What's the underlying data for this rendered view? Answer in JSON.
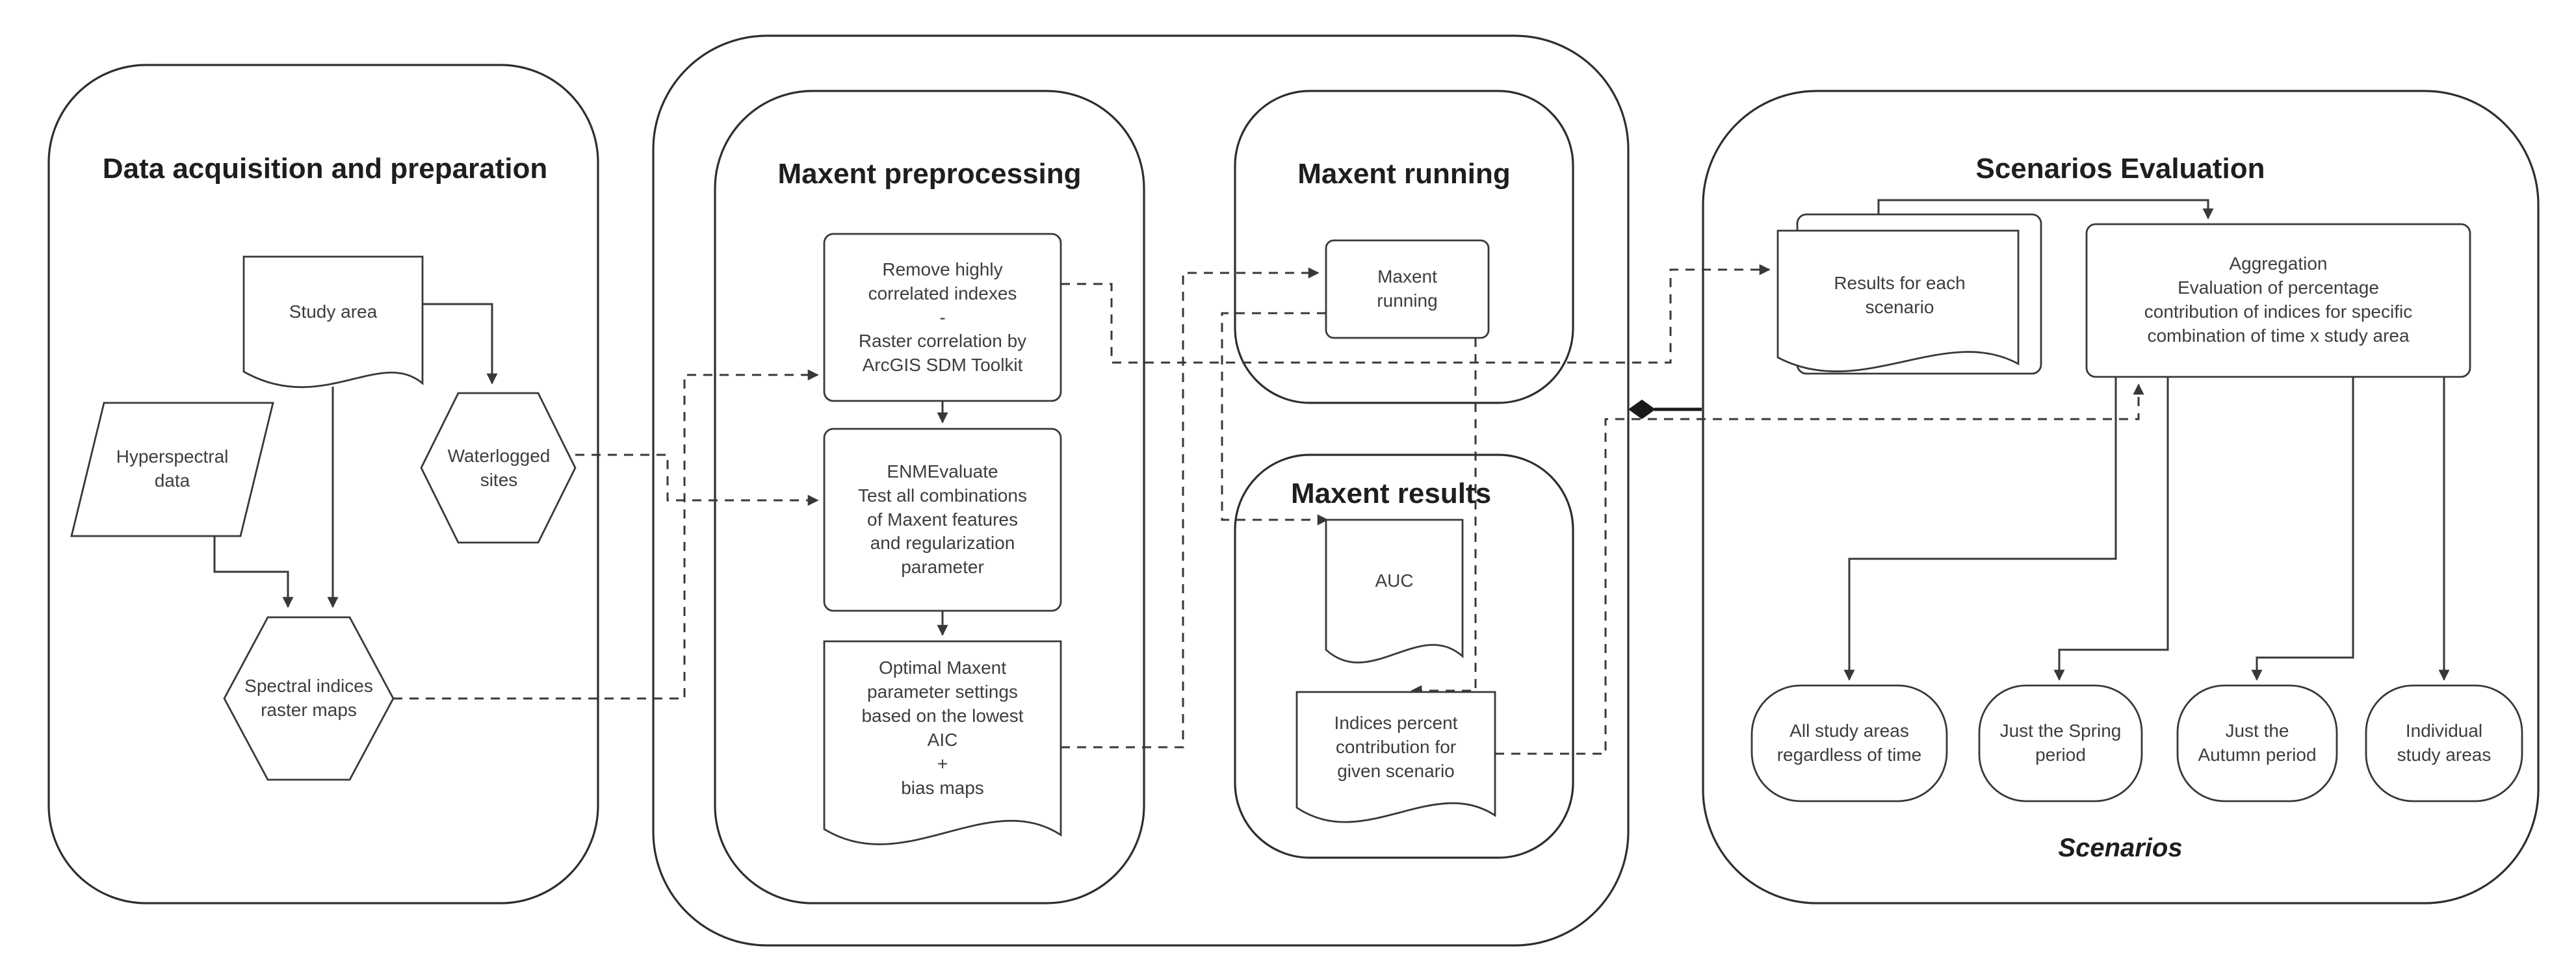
{
  "panels": {
    "data_acquisition": {
      "title": "Data acquisition and preparation"
    },
    "maxent_preprocessing": {
      "title": "Maxent preprocessing"
    },
    "maxent_running": {
      "title": "Maxent running"
    },
    "maxent_results": {
      "title": "Maxent results"
    },
    "scenarios_evaluation": {
      "title": "Scenarios Evaluation",
      "footer_label": "Scenarios"
    }
  },
  "nodes": {
    "study_area": {
      "label": "Study area",
      "shape": "document"
    },
    "hyperspectral_data": {
      "label": "Hyperspectral\ndata",
      "shape": "parallelogram"
    },
    "waterlogged_sites": {
      "label": "Waterlogged\nsites",
      "shape": "hexagon"
    },
    "spectral_indices": {
      "label": "Spectral indices\nraster maps",
      "shape": "hexagon"
    },
    "remove_correlated": {
      "label": "Remove highly\ncorrelated indexes\n-\nRaster correlation by\nArcGIS SDM Toolkit",
      "shape": "rounded-rect"
    },
    "enmevaluate": {
      "label": "ENMEvaluate\nTest all combinations\nof Maxent features\nand regularization\nparameter",
      "shape": "rounded-rect"
    },
    "optimal_settings": {
      "label": "Optimal Maxent\nparameter settings\nbased on the lowest\nAIC\n+\nbias maps",
      "shape": "document"
    },
    "maxent_running_step": {
      "label": "Maxent\nrunning",
      "shape": "rounded-rect"
    },
    "auc": {
      "label": "AUC",
      "shape": "document"
    },
    "indices_contribution": {
      "label": "Indices percent\ncontribution for\ngiven scenario",
      "shape": "document"
    },
    "results_each_scenario": {
      "label": "Results for each\nscenario",
      "shape": "stacked-documents"
    },
    "aggregation": {
      "label": "Aggregation\nEvaluation of percentage\ncontribution of indices for specific\ncombination of time x study area",
      "shape": "rounded-rect"
    },
    "scenario_all_areas": {
      "label": "All study areas\nregardless of time",
      "shape": "rounded"
    },
    "scenario_spring": {
      "label": "Just the Spring\nperiod",
      "shape": "rounded"
    },
    "scenario_autumn": {
      "label": "Just the\nAutumn period",
      "shape": "rounded"
    },
    "scenario_individual": {
      "label": "Individual\nstudy areas",
      "shape": "rounded"
    }
  },
  "edges": [
    {
      "from": "study_area",
      "to": "waterlogged_sites",
      "style": "solid-arrow"
    },
    {
      "from": "study_area",
      "to": "spectral_indices",
      "style": "solid-arrow"
    },
    {
      "from": "hyperspectral_data",
      "to": "spectral_indices",
      "style": "solid-arrow"
    },
    {
      "from": "waterlogged_sites",
      "to": "enmevaluate",
      "style": "dashed-arrow"
    },
    {
      "from": "spectral_indices",
      "to": "remove_correlated",
      "style": "dashed-arrow"
    },
    {
      "from": "remove_correlated",
      "to": "enmevaluate",
      "style": "solid-arrow"
    },
    {
      "from": "enmevaluate",
      "to": "optimal_settings",
      "style": "solid-arrow"
    },
    {
      "from": "remove_correlated",
      "to": "results_each_scenario",
      "style": "dashed-arrow"
    },
    {
      "from": "optimal_settings",
      "to": "maxent_running_step",
      "style": "dashed-arrow"
    },
    {
      "from": "maxent_running_step",
      "to": "auc",
      "style": "dashed-arrow"
    },
    {
      "from": "maxent_running_step",
      "to": "indices_contribution",
      "style": "dashed-arrow"
    },
    {
      "from": "indices_contribution",
      "to": "aggregation",
      "style": "dashed-arrow"
    },
    {
      "from": "results_each_scenario",
      "to": "aggregation",
      "style": "solid-arrow"
    },
    {
      "from": "aggregation",
      "to": "scenario_all_areas",
      "style": "solid-arrow"
    },
    {
      "from": "aggregation",
      "to": "scenario_spring",
      "style": "solid-arrow"
    },
    {
      "from": "aggregation",
      "to": "scenario_autumn",
      "style": "solid-arrow"
    },
    {
      "from": "aggregation",
      "to": "scenario_individual",
      "style": "solid-arrow"
    },
    {
      "from": "maxent_container",
      "to": "scenarios_evaluation",
      "style": "solid-diamond"
    }
  ],
  "colors": {
    "background": "#ffffff",
    "stroke": "#383838",
    "panel_stroke": "#2e2e2e",
    "text": "#3d3d3d",
    "title_text": "#1e1e1e"
  }
}
